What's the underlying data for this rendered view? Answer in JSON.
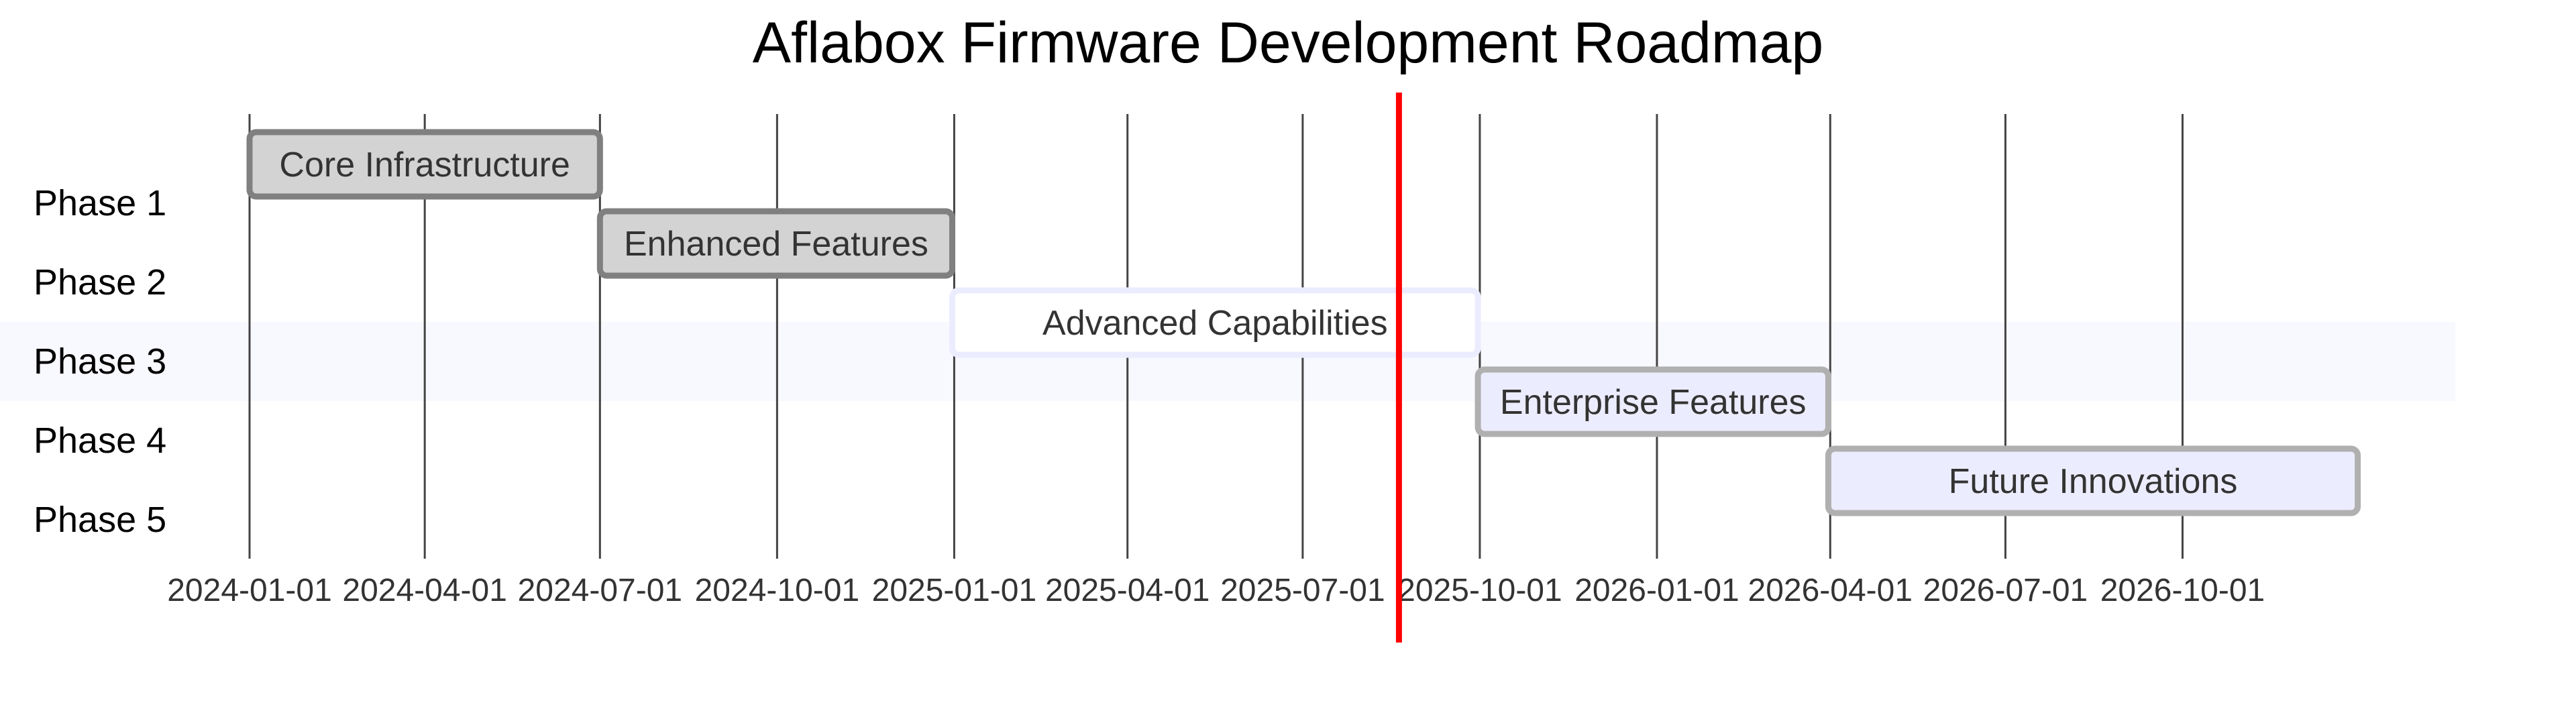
{
  "chart_data": {
    "type": "gantt",
    "title": "Aflabox Firmware Development Roadmap",
    "x_axis": {
      "type": "date",
      "range": [
        "2024-01-01",
        "2027-01-31"
      ],
      "ticks": [
        "2024-01-01",
        "2024-04-01",
        "2024-07-01",
        "2024-10-01",
        "2025-01-01",
        "2025-04-01",
        "2025-07-01",
        "2025-10-01",
        "2026-01-01",
        "2026-04-01",
        "2026-07-01",
        "2026-10-01"
      ],
      "grid": true
    },
    "today_marker": {
      "date": "2025-08-20",
      "color": "#ff0000"
    },
    "sections": [
      {
        "label": "Phase 1"
      },
      {
        "label": "Phase 2"
      },
      {
        "label": "Phase 3",
        "highlighted": true
      },
      {
        "label": "Phase 4"
      },
      {
        "label": "Phase 5"
      }
    ],
    "tasks": [
      {
        "name": "Core Infrastructure",
        "section": 0,
        "start": "2024-01-01",
        "end": "2024-07-01",
        "status": "done"
      },
      {
        "name": "Enhanced Features",
        "section": 1,
        "start": "2024-07-01",
        "end": "2024-12-31",
        "status": "done"
      },
      {
        "name": "Advanced Capabilities",
        "section": 2,
        "start": "2024-12-31",
        "end": "2025-09-30",
        "status": "active"
      },
      {
        "name": "Enterprise Features",
        "section": 3,
        "start": "2025-09-30",
        "end": "2026-03-31",
        "status": "planned"
      },
      {
        "name": "Future Innovations",
        "section": 4,
        "start": "2026-03-31",
        "end": "2026-12-31",
        "status": "planned"
      }
    ],
    "colors": {
      "done_fill": "#d3d3d3",
      "done_stroke": "#808080",
      "active_fill": "#ffffff",
      "active_stroke": "#ececff",
      "planned_fill": "#ececff",
      "planned_stroke": "#b0b0b0",
      "grid": "#444444",
      "highlight_band": "#f8f8ff"
    }
  }
}
